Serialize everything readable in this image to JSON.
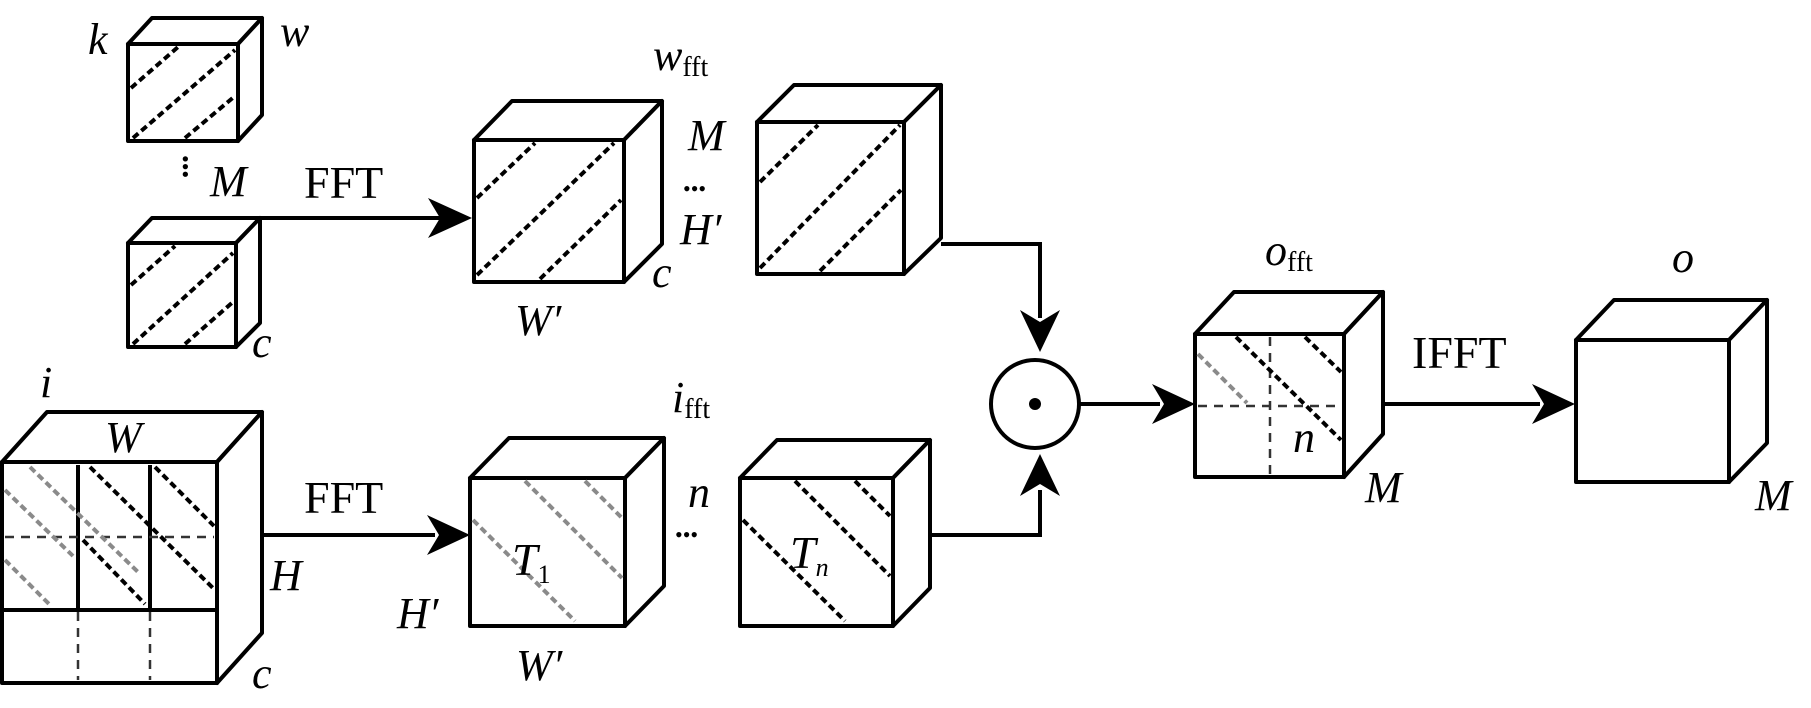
{
  "labels": {
    "k": "k",
    "w": "w",
    "M_kernel": "M",
    "c_kernel": "c",
    "fft_top": "FFT",
    "w_fft_main": "w",
    "w_fft_sub": "fft",
    "M_wfft": "M",
    "H_prime_wfft": "H′",
    "c_wfft": "c",
    "W_prime_wfft": "W′",
    "o_fft_main": "o",
    "o_fft_sub": "fft",
    "n_offt": "n",
    "M_offt": "M",
    "ifft": "IFFT",
    "o": "o",
    "M_o": "M",
    "i": "i",
    "W_input": "W",
    "H_input": "H",
    "c_input": "c",
    "fft_bottom": "FFT",
    "i_fft_main": "i",
    "i_fft_sub": "fft",
    "n_ifft": "n",
    "H_prime_ifft": "H′",
    "W_prime_ifft": "W′",
    "T1_main": "T",
    "T1_sub": "1",
    "Tn_main": "T",
    "Tn_sub": "n",
    "dots_top": "•••",
    "dots_bottom": "•••",
    "dot_vertical": "•••"
  },
  "operator": "hadamard-product"
}
